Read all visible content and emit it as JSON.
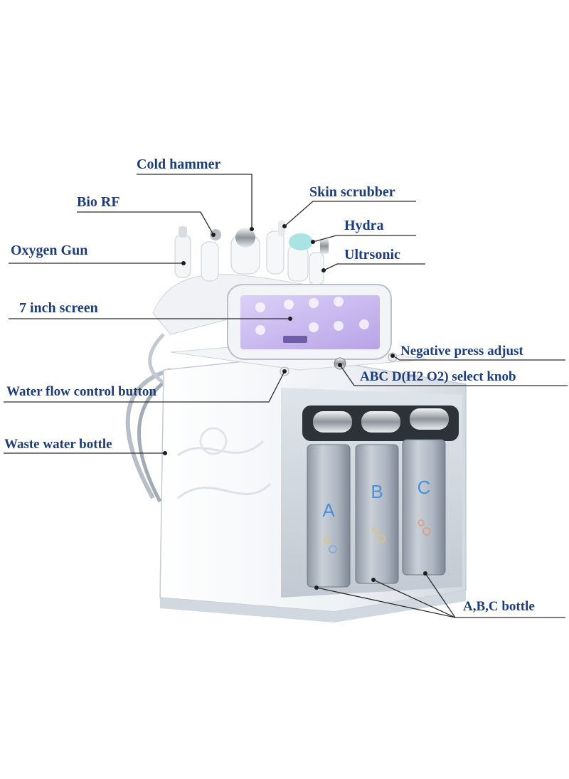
{
  "diagram": {
    "labels": {
      "cold_hammer": "Cold hammer",
      "bio_rf": "Bio RF",
      "skin_scrubber": "Skin scrubber",
      "hydra": "Hydra",
      "oxygen_gun": "Oxygen Gun",
      "ultrasonic": "Ultrsonic",
      "screen": "7 inch screen",
      "negative_press": "Negative press adjust",
      "select_knob": "ABC D(H2 O2) select knob",
      "water_flow": "Water flow control button",
      "waste_water": "Waste water bottle",
      "abc_bottle": "A,B,C bottle"
    },
    "bottles": [
      "A",
      "B",
      "C"
    ],
    "colors": {
      "label_text": "#1c3d7a",
      "leader_line": "#2b2b2b",
      "machine_body": "#eef1f5",
      "screen": "#c9b8ee",
      "bottle_tint": "#a9b3bf",
      "bottle_letter": "#4a90d9"
    }
  }
}
